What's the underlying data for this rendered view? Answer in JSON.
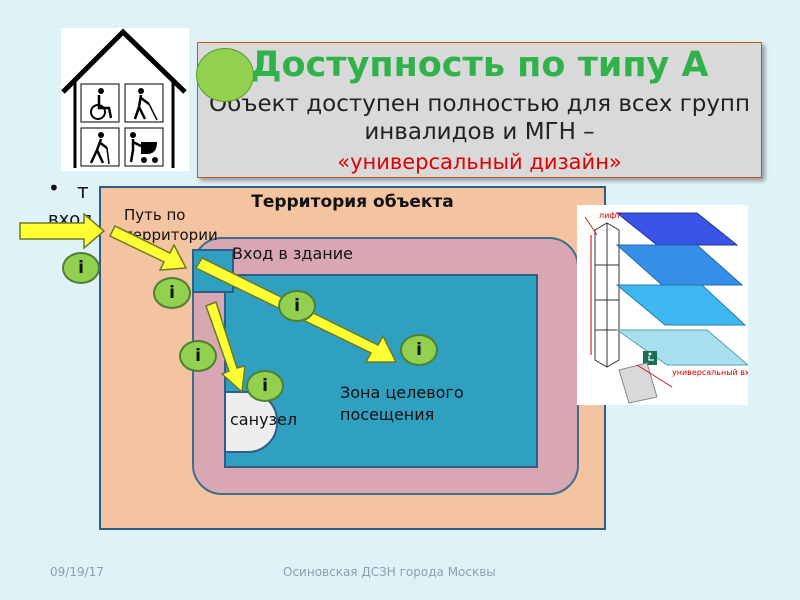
{
  "slide": {
    "title": "Доступность по типу А",
    "subtitle": "Объект доступен полностью для всех групп инвалидов и МГН –",
    "subtitle_red": "«универсальный дизайн»",
    "bullet_text": "т",
    "bullet_text2": "вход",
    "bullet_symbol": "•"
  },
  "diagram": {
    "territory_title": "Территория объекта",
    "path_label": "Путь по территории",
    "entrance_label": "Вход в здание",
    "zone_label": "Зона целевого посещения",
    "sanuzel_label": "санузел",
    "info_marker": "i",
    "arrow_color": "#ffff33",
    "territory_color": "#f4c3a0",
    "building_color": "#d8a7b2",
    "zone_color": "#2fa0c0"
  },
  "iso_figure": {
    "lift_label": "лифт",
    "universal_entrance_label": "универсальный вход",
    "wheelchair_icon": "wheelchair-icon"
  },
  "logo": {
    "icons": [
      "wheelchair-user-icon",
      "blind-person-icon",
      "elderly-person-icon",
      "baby-stroller-icon"
    ]
  },
  "footer": {
    "date": "09/19/17",
    "org": "Осиновская ДСЗН города Москвы"
  }
}
